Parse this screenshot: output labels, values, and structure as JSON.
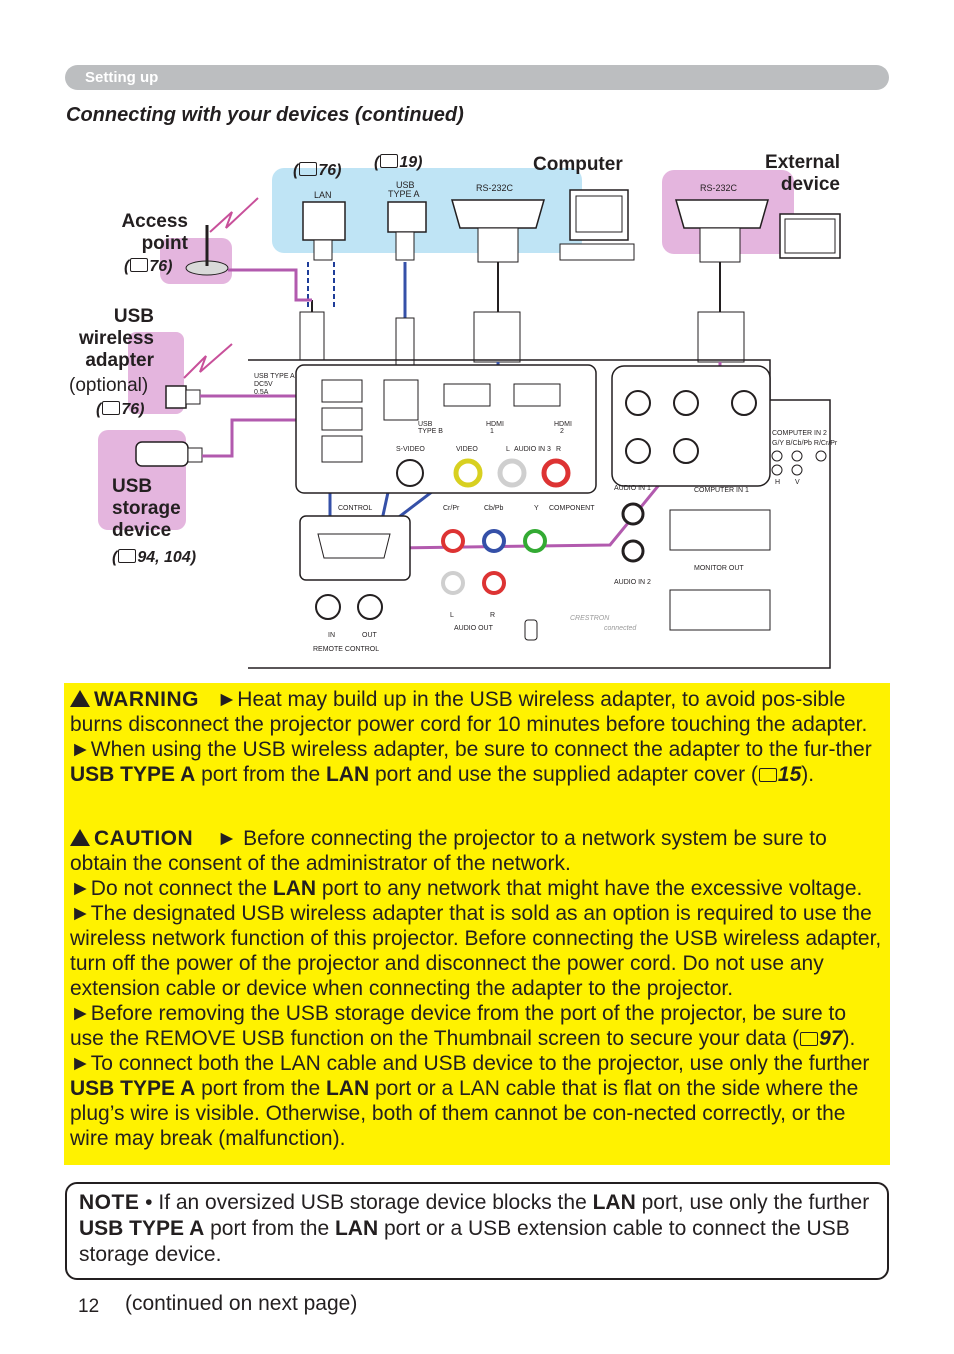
{
  "header": {
    "section_label": "Setting up",
    "title": "Connecting with your devices (continued)"
  },
  "diagram": {
    "ref_lan": "76",
    "ref_usb": "19",
    "label_computer": "Computer",
    "label_external_line1": "External",
    "label_external_line2": "device",
    "label_access_line1": "Access",
    "label_access_line2": "point",
    "ref_access": "76",
    "label_usb_wireless_line1": "USB",
    "label_usb_wireless_line2": "wireless",
    "label_usb_wireless_line3": "adapter",
    "label_optional": "(optional)",
    "ref_wireless": "76",
    "label_storage_line1": "USB",
    "label_storage_line2": "storage",
    "label_storage_line3": "device",
    "ref_storage_a": "94",
    "ref_storage_b": "104",
    "port_lan": "LAN",
    "port_usb_a_line1": "USB",
    "port_usb_a_line2": "TYPE A",
    "port_rs232c_1": "RS-232C",
    "port_rs232c_2": "RS-232C",
    "panel_usb_type_a": "USB TYPE A",
    "panel_dc5v": "DC5V",
    "panel_05a": "0.5A",
    "panel_usb_type_b_line1": "USB",
    "panel_usb_type_b_line2": "TYPE B",
    "panel_hdmi1": "HDMI",
    "panel_hdmi1_num": "1",
    "panel_hdmi2": "HDMI",
    "panel_hdmi2_num": "2",
    "panel_svideo": "S-VIDEO",
    "panel_video": "VIDEO",
    "panel_audio_in3": "AUDIO IN 3",
    "panel_l": "L",
    "panel_r": "R",
    "panel_control": "CONTROL",
    "panel_crpr": "Cr/Pr",
    "panel_cbpb": "Cb/Pb",
    "panel_y": "Y",
    "panel_component": "COMPONENT",
    "panel_audio_in1": "AUDIO IN 1",
    "panel_audio_in2": "AUDIO IN 2",
    "panel_computer_in1": "COMPUTER IN 1",
    "panel_computer_in2": "COMPUTER IN 2",
    "panel_cin2_sub": "G/Y  B/Cb/Pb  R/Cr/Pr",
    "panel_h": "H",
    "panel_v": "V",
    "panel_monitor_out": "MONITOR OUT",
    "panel_audio_out": "AUDIO OUT",
    "panel_in": "IN",
    "panel_out": "OUT",
    "panel_remote": "REMOTE CONTROL",
    "panel_crestron": "CRESTRON",
    "panel_connected": "connected",
    "panel_l2": "L",
    "panel_r2": "R"
  },
  "warning": {
    "tag": "WARNING",
    "p1": "►Heat may build up in the USB wireless adapter, to avoid pos-sible burns disconnect the projector power cord for 10 minutes before touching the adapter.",
    "p2_a": "►When using the USB wireless adapter, be sure to connect the adapter to the fur-ther ",
    "p2_b": "USB TYPE A",
    "p2_c": " port from the ",
    "p2_d": "LAN",
    "p2_e": " port and use the supplied adapter cover (",
    "p2_ref": "15",
    "p2_f": ")."
  },
  "caution": {
    "tag": "CAUTION",
    "p1": "► Before connecting the projector to a network system be sure to obtain the consent of the administrator of the network.",
    "p2_a": "►Do not connect the ",
    "p2_b": "LAN",
    "p2_c": " port to any network that might have the excessive voltage.",
    "p3": "►The designated USB wireless adapter that is sold as an option is required to use the wireless network function of this projector. Before connecting the USB wireless adapter, turn off the power of the projector and disconnect the power cord. Do not use any extension cable or device when connecting the adapter to the projector.",
    "p4_a": "►Before removing the USB storage device from the port of the projector, be sure to use the REMOVE USB function on the Thumbnail screen to secure your data (",
    "p4_ref": "97",
    "p4_b": ").",
    "p5_a": "►To connect both the LAN cable and USB device to the projector, use only the further ",
    "p5_b": "USB TYPE A",
    "p5_c": " port from the ",
    "p5_d": "LAN",
    "p5_e": " port or a LAN cable that is flat on the side where the plug’s wire is visible. Otherwise, both of them cannot be con-nected correctly, or the wire may break (malfunction)."
  },
  "note": {
    "tag": "NOTE",
    "t_a": " • If an oversized USB storage device blocks the ",
    "t_b": "LAN",
    "t_c": " port, use only the further ",
    "t_d": "USB TYPE A",
    "t_e": " port from the ",
    "t_f": "LAN",
    "t_g": " port or a USB extension cable to connect the USB storage device."
  },
  "footer": {
    "page_number": "12",
    "continued": "(continued on next page)"
  }
}
